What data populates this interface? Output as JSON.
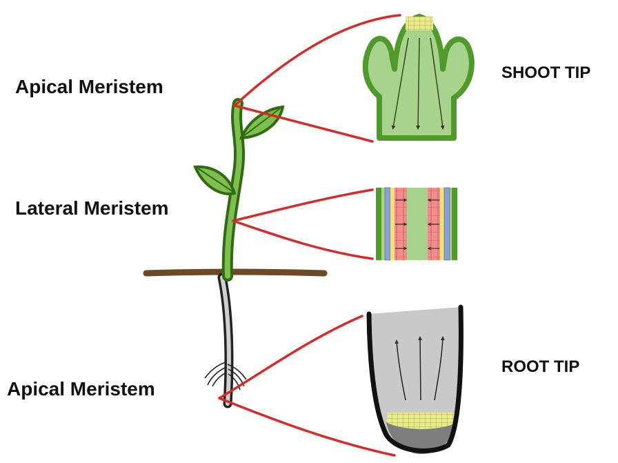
{
  "labels": {
    "apical_meristem_top": "Apical Meristem",
    "lateral_meristem": "Lateral Meristem",
    "apical_meristem_bottom": "Apical Meristem",
    "shoot_tip": "SHOOT TIP",
    "root_tip": "ROOT TIP"
  },
  "colors": {
    "leader_line": "#d62a2a",
    "stem_green": "#4f9a2a",
    "stem_dark": "#2f6b12",
    "leaf_fill": "#7fbf52",
    "shoot_tissue": "#a9d38d",
    "meristem_yellow": "#e9ec8a",
    "soil_line": "#6b4a25",
    "root_gray": "#c9c9c9",
    "root_dark": "#222222",
    "xylem_pink": "#f28d8d",
    "phloem_blue": "#8aa0d8",
    "cambium_yellow": "#f1e27a"
  }
}
